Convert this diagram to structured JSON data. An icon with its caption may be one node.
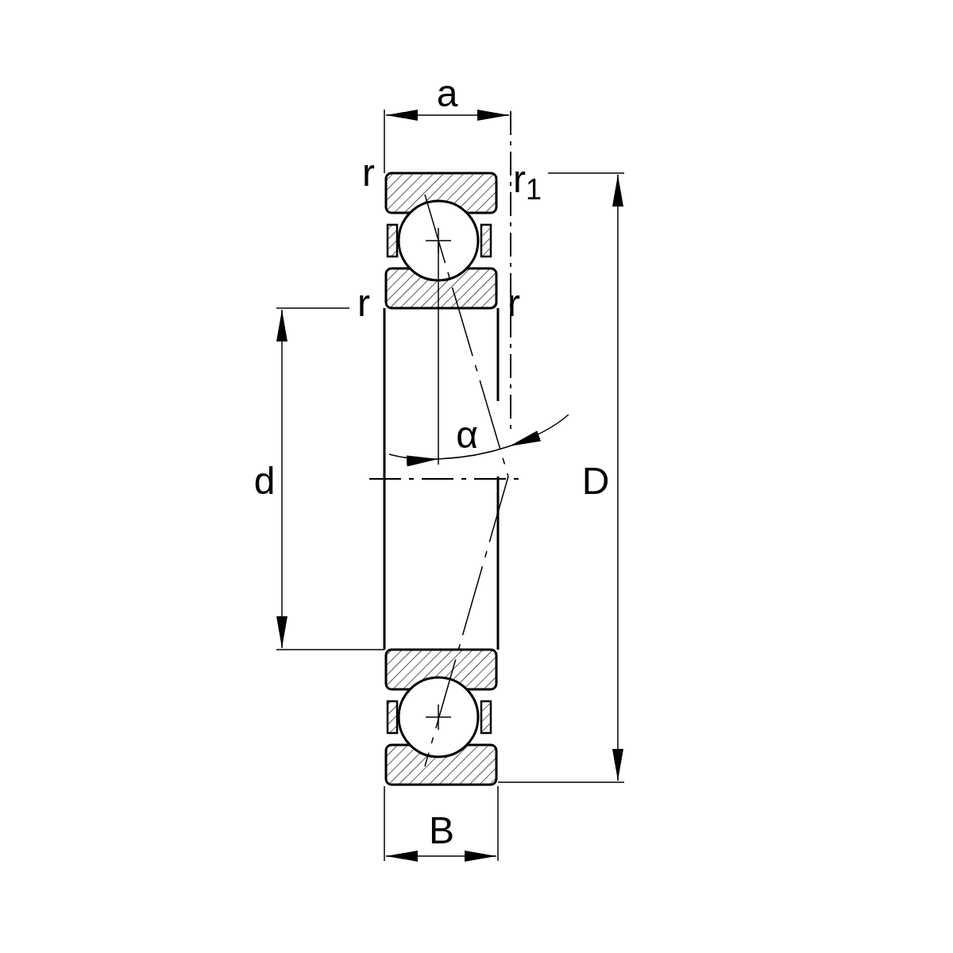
{
  "diagram": {
    "labels": [
      "a",
      "r",
      "r$_{1}$",
      "r",
      "r",
      "α",
      "d",
      "D",
      "B"
    ]
  }
}
